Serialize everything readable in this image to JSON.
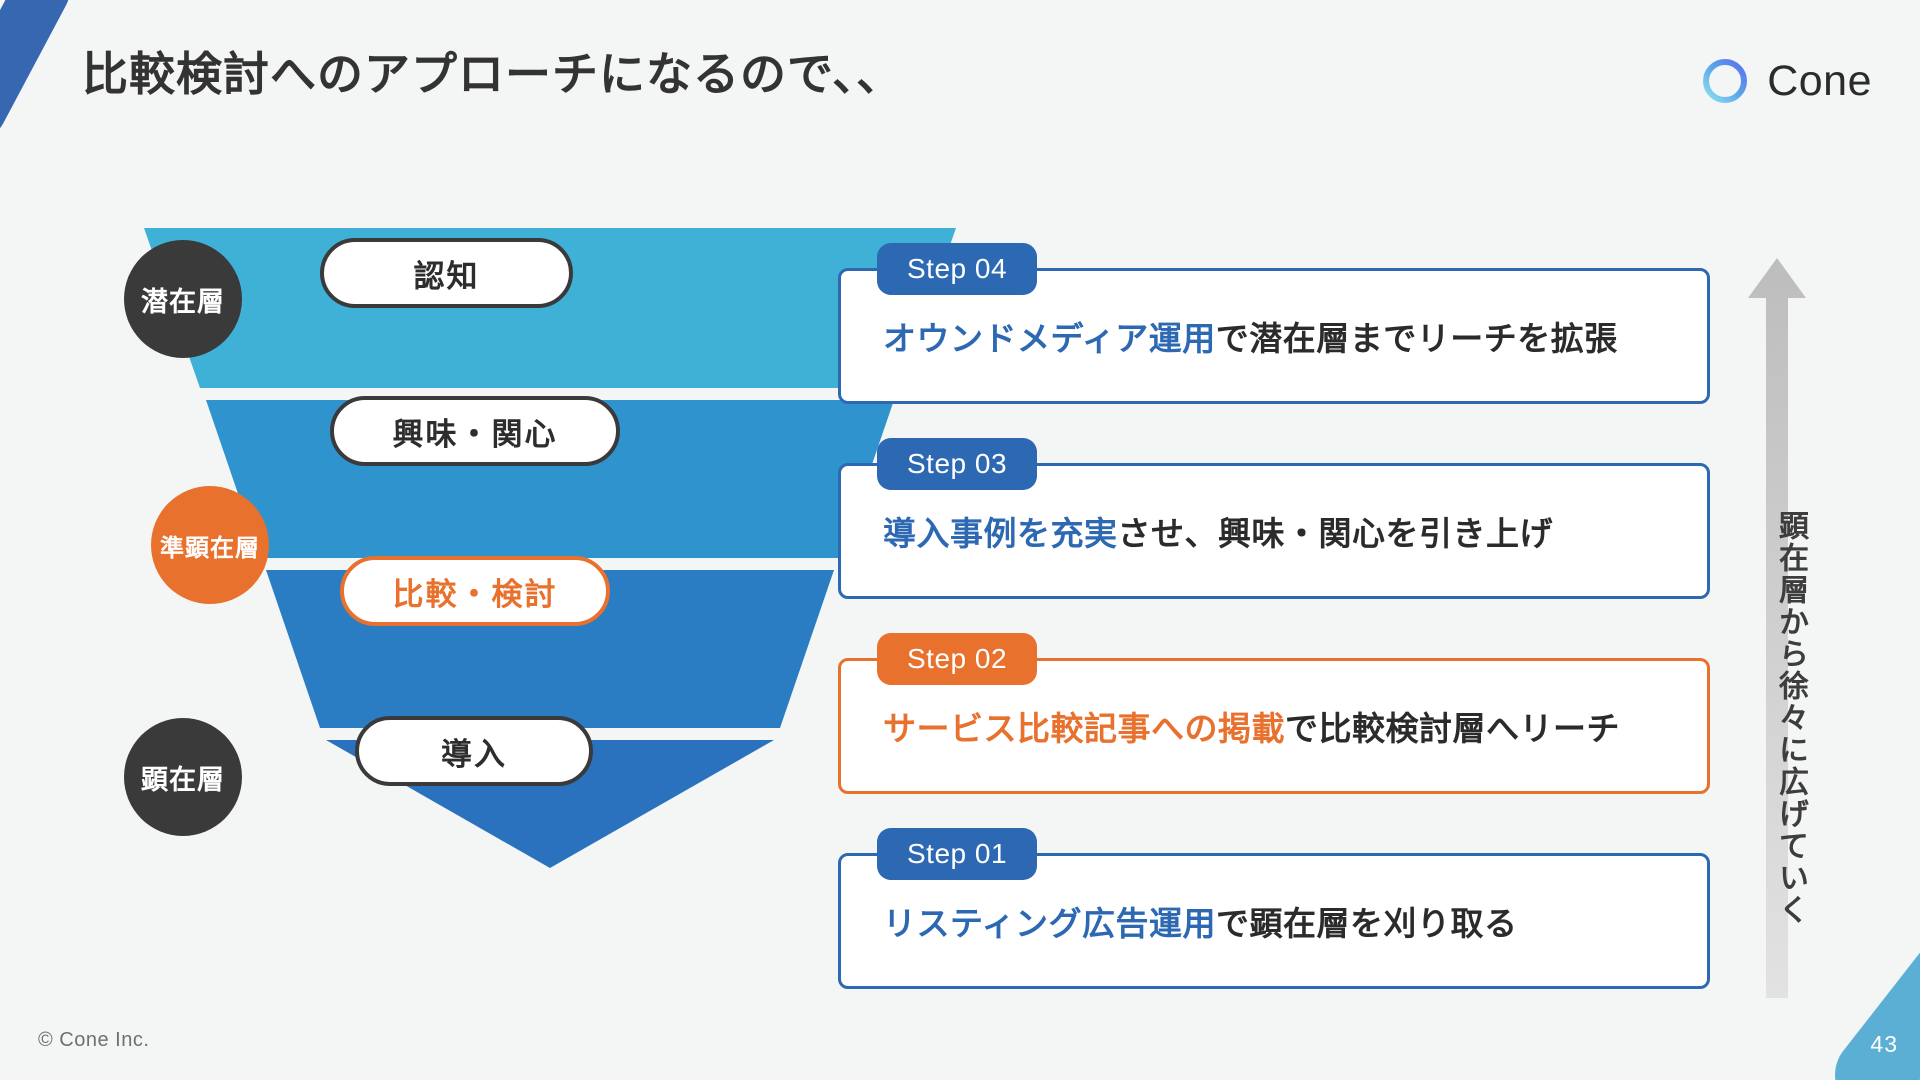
{
  "slide": {
    "title": "比較検討へのアプローチになるので、、",
    "page_number": "43",
    "copyright": "© Cone Inc.",
    "brand_name": "Cone",
    "colors": {
      "background": "#f4f5f5",
      "accent_blue": "#2d68b2",
      "accent_orange": "#e8712e",
      "dark": "#3a3a3a",
      "corner_top_left": "#3767b1",
      "corner_bottom_right": "#5cafd4"
    }
  },
  "funnel": {
    "layers": [
      {
        "name": "awareness",
        "color": "#3fb0d6"
      },
      {
        "name": "interest",
        "color": "#2f93cd"
      },
      {
        "name": "compare",
        "color": "#2b7dc3"
      },
      {
        "name": "adoption",
        "color": "#2a72bd"
      }
    ],
    "audience_badges": [
      {
        "label": "潜在層",
        "style": "dark"
      },
      {
        "label": "準顕在層",
        "style": "orange"
      },
      {
        "label": "顕在層",
        "style": "dark"
      }
    ],
    "stages": [
      {
        "label": "認知",
        "style": "dark"
      },
      {
        "label": "興味・関心",
        "style": "dark"
      },
      {
        "label": "比較・検討",
        "style": "orange"
      },
      {
        "label": "導入",
        "style": "dark"
      }
    ]
  },
  "steps": [
    {
      "tag": "Step 04",
      "highlight": "オウンドメディア運用",
      "rest": "で潜在層までリーチを拡張",
      "style": "blue"
    },
    {
      "tag": "Step 03",
      "highlight": "導入事例を充実",
      "rest": "させ、興味・関心を引き上げ",
      "style": "blue"
    },
    {
      "tag": "Step 02",
      "highlight": "サービス比較記事への掲載",
      "rest": "で比較検討層へリーチ",
      "style": "orange"
    },
    {
      "tag": "Step 01",
      "highlight": "リスティング広告運用",
      "rest": "で顕在層を刈り取る",
      "style": "blue"
    }
  ],
  "side": {
    "caption": "顕在層から徐々に広げていく",
    "arrow_direction": "up"
  }
}
